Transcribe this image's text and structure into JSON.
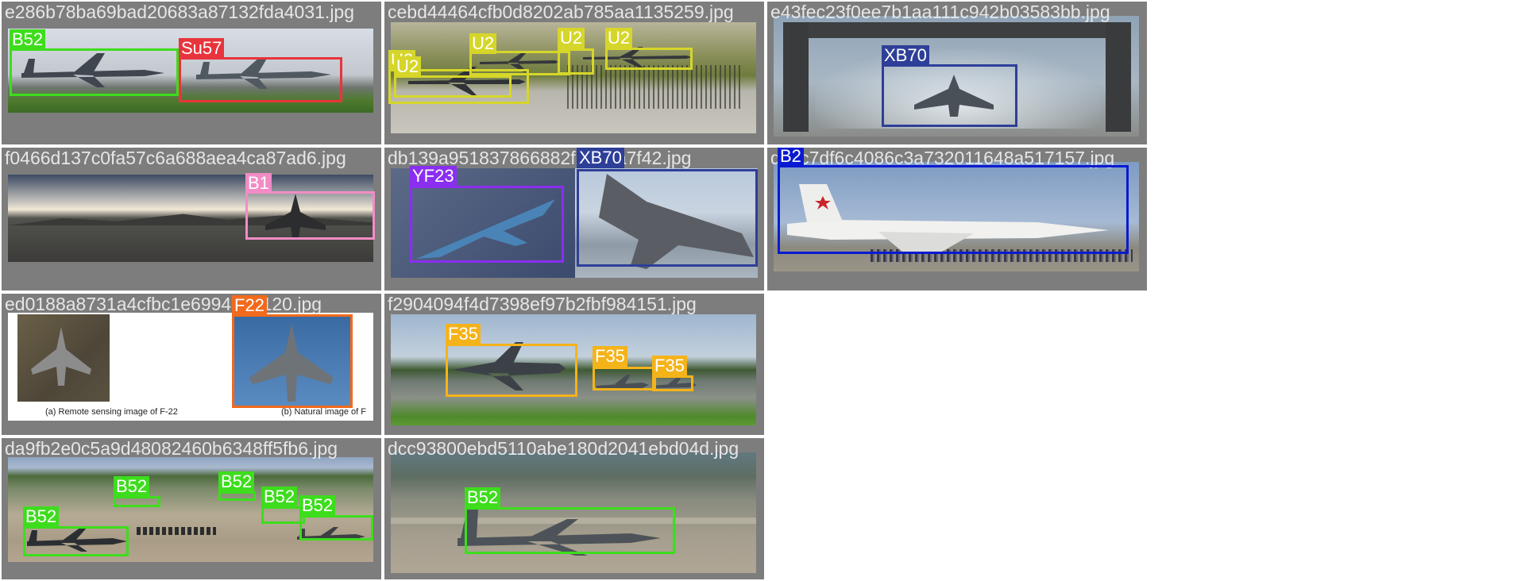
{
  "tiles": [
    {
      "filename": "e286b78ba69bad20683a87132fda4031.jpg",
      "detections": [
        {
          "label": "B52",
          "color": "#3ddd1d"
        },
        {
          "label": "Su57",
          "color": "#e8343c"
        }
      ]
    },
    {
      "filename": "cebd44464cfb0d8202ab785aa1135259.jpg",
      "detections": [
        {
          "label": "U2",
          "color": "#d6d62a"
        },
        {
          "label": "U2",
          "color": "#d6d62a"
        },
        {
          "label": "U2",
          "color": "#d6d62a"
        },
        {
          "label": "U2",
          "color": "#d6d62a"
        },
        {
          "label": "U2",
          "color": "#d6d62a"
        }
      ]
    },
    {
      "filename": "e43fec23f0ee7b1aa111c942b03583bb.jpg",
      "detections": [
        {
          "label": "XB70",
          "color": "#2e3f98"
        }
      ]
    },
    {
      "filename": "f0466d137c0fa57c6a688aea4ca87ad6.jpg",
      "detections": [
        {
          "label": "B1",
          "color": "#f28cc6"
        }
      ]
    },
    {
      "filename": "db139a951837866882f2294a7f42.jpg",
      "detections": [
        {
          "label": "YF23",
          "color": "#8a2ef0"
        },
        {
          "label": "XB70",
          "color": "#2e3f98"
        }
      ]
    },
    {
      "filename": "dc7c7df6c4086c3a732011648a517157.jpg",
      "detections": [
        {
          "label": "B2",
          "color": "#0a1ad1"
        }
      ]
    },
    {
      "filename": "ed0188a8731a4cfbc1e6994299120.jpg",
      "detections": [
        {
          "label": "F22",
          "color": "#f26a1c"
        }
      ],
      "captions": [
        "(a) Remote sensing image of F-22",
        "(b) Natural image of F"
      ]
    },
    {
      "filename": "f2904094f4d7398ef97b2fbf984151.jpg",
      "detections": [
        {
          "label": "F35",
          "color": "#f5b31a"
        },
        {
          "label": "F35",
          "color": "#f5b31a"
        },
        {
          "label": "F35",
          "color": "#f5b31a"
        }
      ]
    },
    {
      "filename": "da9fb2e0c5a9d48082460b6348ff5fb6.jpg",
      "detections": [
        {
          "label": "B52",
          "color": "#3ddd1d"
        },
        {
          "label": "B52",
          "color": "#3ddd1d"
        },
        {
          "label": "B52",
          "color": "#3ddd1d"
        },
        {
          "label": "B52",
          "color": "#3ddd1d"
        },
        {
          "label": "B52",
          "color": "#3ddd1d"
        }
      ]
    },
    {
      "filename": "dcc93800ebd5110abe180d2041ebd04d.jpg",
      "detections": [
        {
          "label": "B52",
          "color": "#3ddd1d"
        }
      ]
    }
  ]
}
